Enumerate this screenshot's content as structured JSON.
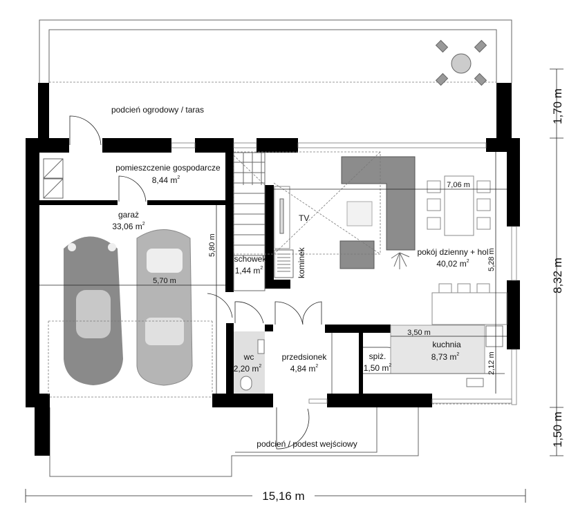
{
  "rooms": {
    "terrace": {
      "name": "podcień ogrodowy / taras"
    },
    "utility": {
      "name": "pomieszczenie gospodarcze",
      "area": "8,44 m",
      "unit_sup": "2"
    },
    "garage": {
      "name": "garaż",
      "area": "33,06 m",
      "unit_sup": "2"
    },
    "storage": {
      "name": "schowek",
      "area": "1,44 m",
      "unit_sup": "2"
    },
    "living": {
      "name": "pokój dzienny + hol",
      "area": "40,02 m",
      "unit_sup": "2"
    },
    "kitchen": {
      "name": "kuchnia",
      "area": "8,73 m",
      "unit_sup": "2"
    },
    "pantry": {
      "name": "spiż.",
      "area": "1,50 m",
      "unit_sup": "2"
    },
    "hall": {
      "name": "przedsionek",
      "area": "4,84 m",
      "unit_sup": "2"
    },
    "wc": {
      "name": "wc",
      "area": "2,20 m",
      "unit_sup": "2"
    },
    "entrance": {
      "name": "podcień / podest wejściowy"
    }
  },
  "labels": {
    "tv": "TV",
    "fireplace": "kominek"
  },
  "dimensions": {
    "garage_width": "5,70 m",
    "garage_depth": "5,80 m",
    "living_width": "7,06 m",
    "living_depth": "5,28 m",
    "kitchen_width": "3,50 m",
    "kitchen_depth": "2,12 m",
    "total_width": "15,16 m",
    "depth_top": "1,70 m",
    "depth_main": "8,32 m",
    "depth_bottom": "1,50 m"
  },
  "colors": {
    "walls": "#000000",
    "furniture": "#8c8c8c",
    "kitchen_fill": "#e6e6e6",
    "wc_fill": "#e0e0e0"
  }
}
